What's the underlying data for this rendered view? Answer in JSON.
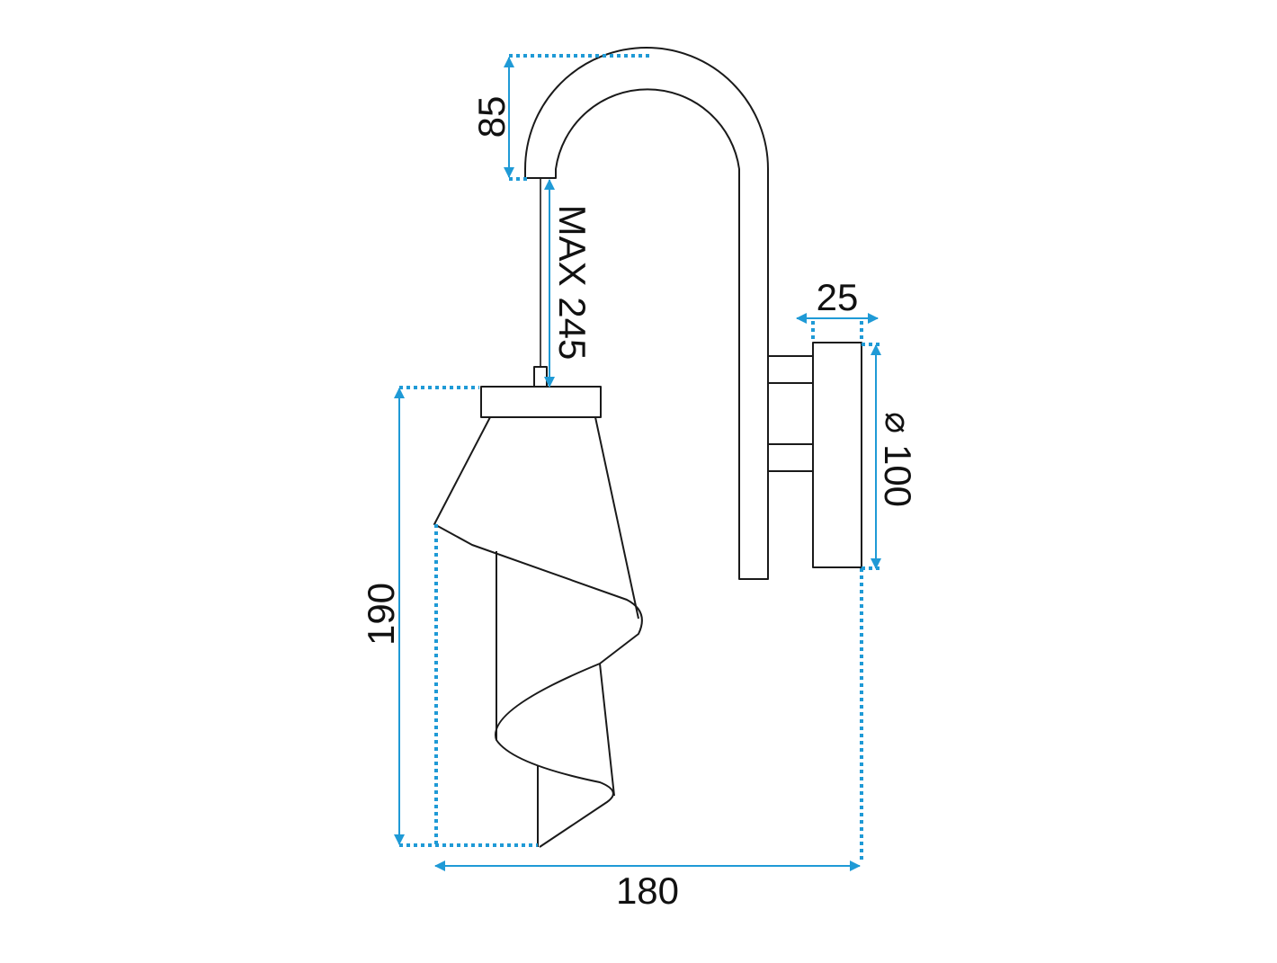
{
  "colors": {
    "dimension": "#1f9ad6",
    "outline": "#1a1a1a",
    "background": "#ffffff"
  },
  "dimensions": {
    "arm_drop": "85",
    "cable_max": "MAX 245",
    "base_depth": "25",
    "base_diameter_symbol": "⌀",
    "base_diameter": "100",
    "shade_height": "190",
    "total_width": "180"
  }
}
